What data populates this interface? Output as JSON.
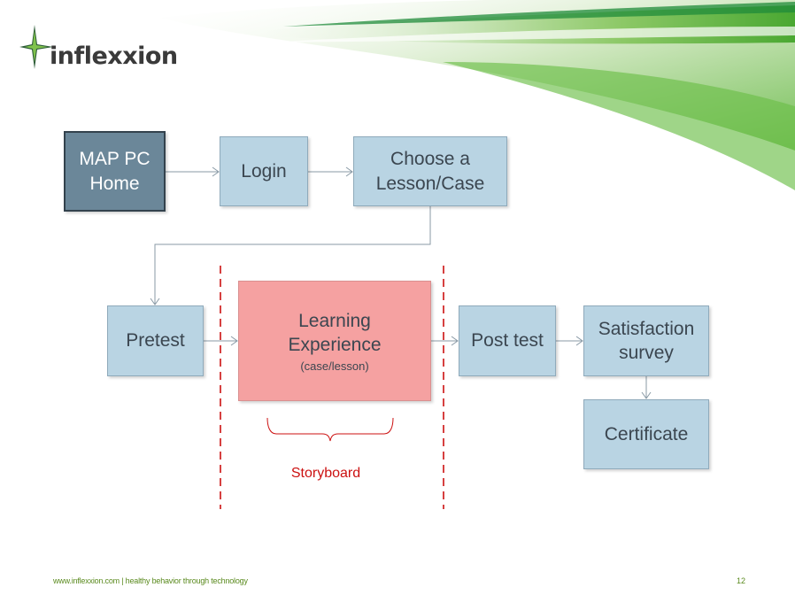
{
  "logo": {
    "text": "inflexxion"
  },
  "boxes": {
    "map_pc_home": "MAP PC Home",
    "login": "Login",
    "choose": "Choose a Lesson/Case",
    "pretest": "Pretest",
    "learning": {
      "title": "Learning Experience",
      "subtitle": "(case/lesson)"
    },
    "post_test": "Post test",
    "satisfaction": "Satisfaction survey",
    "certificate": "Certificate"
  },
  "storyboard_label": "Storyboard",
  "footer": {
    "text": "www.inflexxion.com  |  healthy behavior through technology",
    "page_number": "12"
  },
  "colors": {
    "box_fill": "#b9d4e3",
    "dark_box_fill": "#6b8799",
    "highlight_box_fill": "#f5a1a1",
    "storyboard_red": "#cc1111",
    "footer_green": "#5a8a1e",
    "swoosh_green": "#4aa832"
  }
}
